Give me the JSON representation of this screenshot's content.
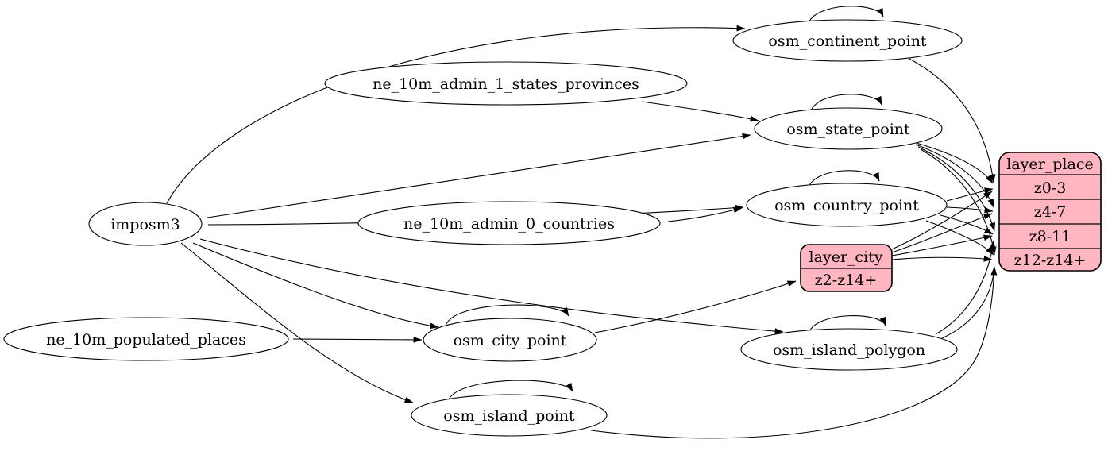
{
  "colors": {
    "background": "#ffffff",
    "node_fill": "#ffffff",
    "record_fill": "#ffb6c1",
    "stroke": "#000000"
  },
  "nodes": {
    "imposm3": {
      "label": "imposm3",
      "shape": "ellipse"
    },
    "ne_10m_admin_1_states_provinces": {
      "label": "ne_10m_admin_1_states_provinces",
      "shape": "ellipse"
    },
    "ne_10m_admin_0_countries": {
      "label": "ne_10m_admin_0_countries",
      "shape": "ellipse"
    },
    "ne_10m_populated_places": {
      "label": "ne_10m_populated_places",
      "shape": "ellipse"
    },
    "osm_continent_point": {
      "label": "osm_continent_point",
      "shape": "ellipse"
    },
    "osm_state_point": {
      "label": "osm_state_point",
      "shape": "ellipse"
    },
    "osm_country_point": {
      "label": "osm_country_point",
      "shape": "ellipse"
    },
    "osm_city_point": {
      "label": "osm_city_point",
      "shape": "ellipse"
    },
    "osm_island_polygon": {
      "label": "osm_island_polygon",
      "shape": "ellipse"
    },
    "osm_island_point": {
      "label": "osm_island_point",
      "shape": "ellipse"
    }
  },
  "records": {
    "layer_city": {
      "title": "layer_city",
      "rows": [
        "z2-z14+"
      ]
    },
    "layer_place": {
      "title": "layer_place",
      "rows": [
        "z0-3",
        "z4-7",
        "z8-11",
        "z12-z14+"
      ]
    }
  },
  "edges": [
    {
      "from": "imposm3",
      "to": "osm_continent_point"
    },
    {
      "from": "imposm3",
      "to": "osm_state_point"
    },
    {
      "from": "imposm3",
      "to": "osm_country_point"
    },
    {
      "from": "imposm3",
      "to": "osm_city_point"
    },
    {
      "from": "imposm3",
      "to": "osm_island_polygon"
    },
    {
      "from": "imposm3",
      "to": "osm_island_point"
    },
    {
      "from": "ne_10m_admin_1_states_provinces",
      "to": "osm_state_point"
    },
    {
      "from": "ne_10m_admin_0_countries",
      "to": "osm_country_point"
    },
    {
      "from": "ne_10m_populated_places",
      "to": "osm_city_point"
    },
    {
      "from": "osm_continent_point",
      "to": "osm_continent_point"
    },
    {
      "from": "osm_state_point",
      "to": "osm_state_point"
    },
    {
      "from": "osm_country_point",
      "to": "osm_country_point"
    },
    {
      "from": "osm_city_point",
      "to": "osm_city_point"
    },
    {
      "from": "osm_island_polygon",
      "to": "osm_island_polygon"
    },
    {
      "from": "osm_island_point",
      "to": "osm_island_point"
    },
    {
      "from": "osm_city_point",
      "to": "layer_city:z2-z14+"
    },
    {
      "from": "osm_continent_point",
      "to": "layer_place:z0-3"
    },
    {
      "from": "osm_state_point",
      "to": "layer_place:z0-3"
    },
    {
      "from": "osm_state_point",
      "to": "layer_place:z4-7"
    },
    {
      "from": "osm_state_point",
      "to": "layer_place:z8-11"
    },
    {
      "from": "osm_state_point",
      "to": "layer_place:z12-z14+"
    },
    {
      "from": "osm_country_point",
      "to": "layer_place:z0-3"
    },
    {
      "from": "osm_country_point",
      "to": "layer_place:z4-7"
    },
    {
      "from": "osm_country_point",
      "to": "layer_place:z8-11"
    },
    {
      "from": "osm_country_point",
      "to": "layer_place:z12-z14+"
    },
    {
      "from": "layer_city",
      "to": "layer_place:z0-3"
    },
    {
      "from": "layer_city",
      "to": "layer_place:z4-7"
    },
    {
      "from": "layer_city",
      "to": "layer_place:z8-11"
    },
    {
      "from": "layer_city",
      "to": "layer_place:z12-z14+"
    },
    {
      "from": "osm_island_polygon",
      "to": "layer_place:z8-11"
    },
    {
      "from": "osm_island_polygon",
      "to": "layer_place:z12-z14+"
    },
    {
      "from": "osm_island_point",
      "to": "layer_place:z12-z14+"
    }
  ]
}
